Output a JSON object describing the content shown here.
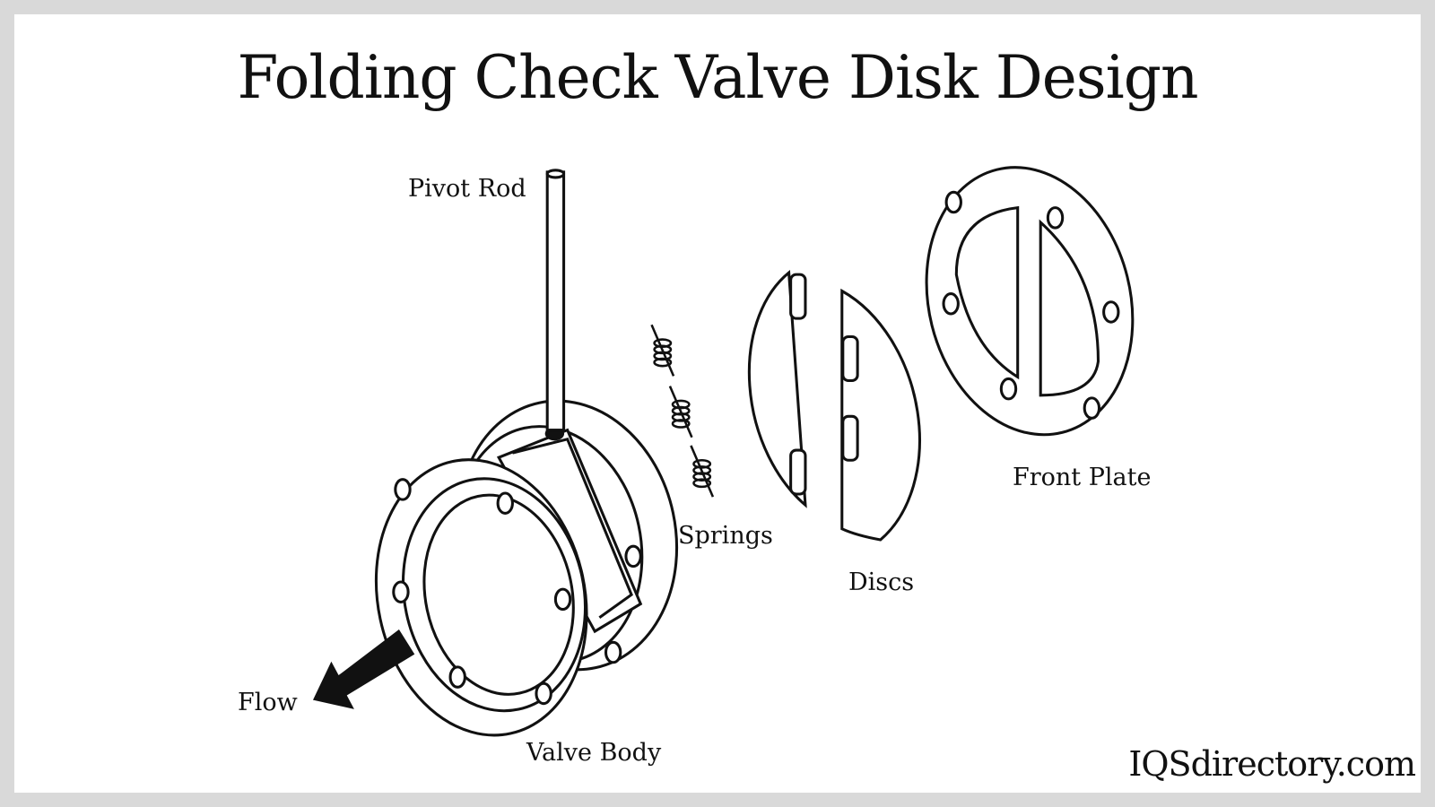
{
  "title": "Folding Check Valve Disk Design",
  "labels": {
    "pivot_rod": "Pivot Rod",
    "springs": "Springs",
    "discs": "Discs",
    "front_plate": "Front Plate",
    "flow": "Flow",
    "valve_body": "Valve Body"
  },
  "logo": "IQSdirectory.com",
  "colors": {
    "border": "#d9d9d9",
    "background": "#ffffff",
    "ink": "#111111"
  }
}
